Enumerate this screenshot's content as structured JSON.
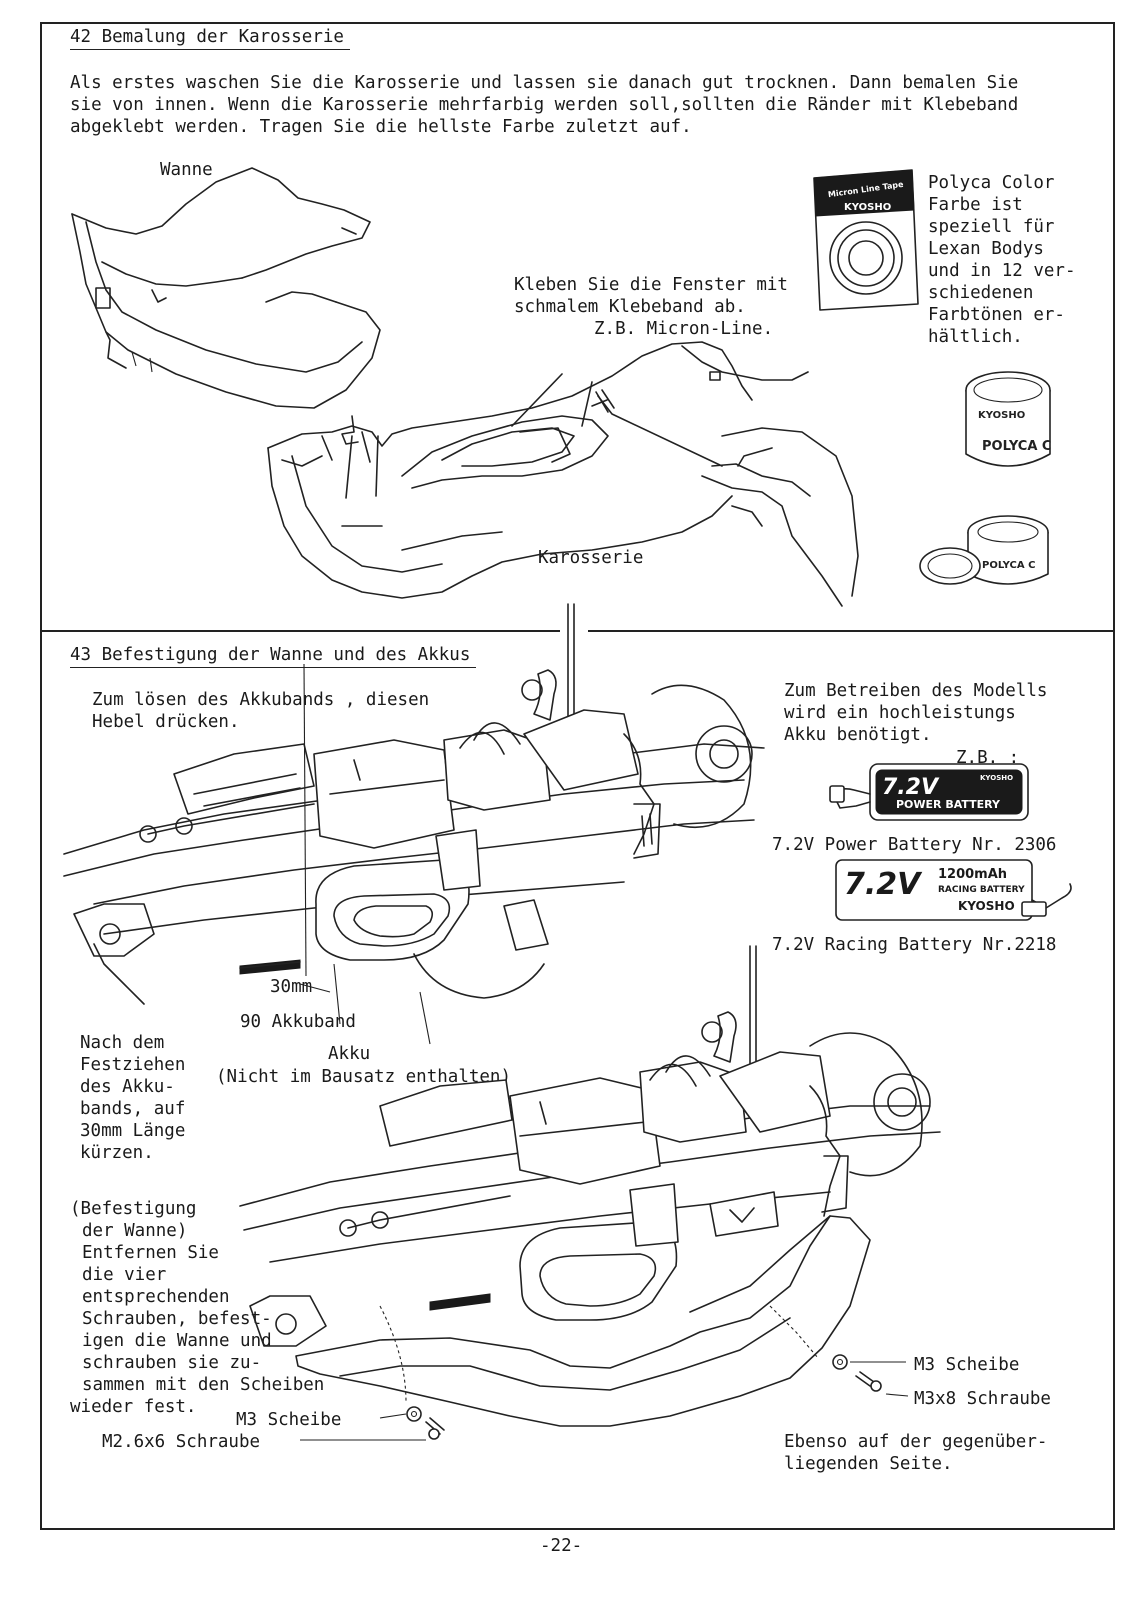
{
  "page_number": "-22-",
  "section42": {
    "heading": "42 Bemalung der Karosserie",
    "intro": [
      "Als erstes waschen Sie die Karosserie und lassen sie danach gut trocknen. Dann bemalen Sie",
      "sie von innen. Wenn die Karosserie mehrfarbig werden soll,sollten die Ränder mit Klebeband",
      "abgeklebt werden. Tragen Sie die hellste Farbe zuletzt auf."
    ],
    "label_wanne": "Wanne",
    "label_tape": [
      "Kleben Sie die Fenster mit",
      "schmalem Klebeband ab.",
      "Z.B. Micron-Line."
    ],
    "label_karosserie": "Karosserie",
    "polyca_text": [
      "Polyca Color",
      "Farbe ist",
      "speziell für",
      "Lexan Bodys",
      "und in 12 ver-",
      "schiedenen",
      "Farbtönen er-",
      "hältlich."
    ],
    "tape_product": {
      "band": "Micron Line Tape",
      "brand": "KYOSHO"
    },
    "paint_jar": {
      "brand": "KYOSHO",
      "name": "POLYCA C",
      "name2": "POLYCA C"
    }
  },
  "section43": {
    "heading": "43 Befestigung der Wanne und des Akkus",
    "lever_text": [
      "Zum lösen des Akkubands , diesen",
      "Hebel drücken."
    ],
    "battery_need": [
      "Zum Betreiben des Modells",
      "wird ein hochleistungs",
      "Akku benötigt."
    ],
    "zb": "Z.B. :",
    "power_battery": {
      "label": "7.2V Power Battery Nr. 2306",
      "voltage": "7.2V",
      "type": "POWER BATTERY",
      "brand": "KYOSHO"
    },
    "racing_battery": {
      "label": "7.2V Racing Battery Nr.2218",
      "voltage": "7.2V",
      "capacity": "1200mAh",
      "type": "RACING BATTERY",
      "brand": "KYOSHO"
    },
    "label_30mm": "30mm",
    "label_90": "90 Akkuband",
    "label_akku": [
      "Akku",
      "(Nicht im Bausatz enthalten)"
    ],
    "trim_text": [
      "Nach dem",
      "Festziehen",
      "des Akku-",
      "bands, auf",
      "30mm Länge",
      "kürzen."
    ],
    "tray_text": [
      "(Befestigung",
      "der Wanne)",
      "Entfernen Sie",
      "die vier",
      "entsprechenden",
      "Schrauben, befest-",
      "igen die Wanne und",
      "schrauben sie zu-",
      "sammen mit den Scheiben",
      "wieder fest."
    ],
    "label_m3_scheibe_left": "M3 Scheibe",
    "label_m26_schraube": "M2.6x6 Schraube",
    "label_m3_scheibe_right": "M3 Scheibe",
    "label_m3x8": "M3x8 Schraube",
    "other_side": [
      "Ebenso auf der gegenüber-",
      "liegenden Seite."
    ]
  }
}
